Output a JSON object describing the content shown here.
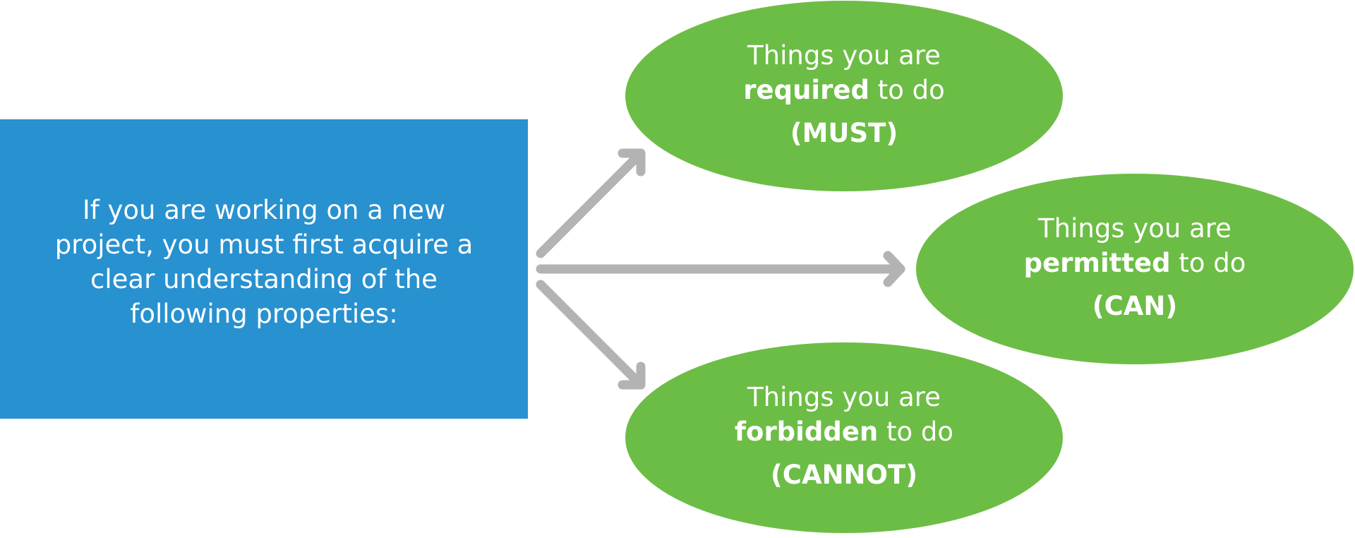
{
  "colors": {
    "box": "#2891d0",
    "ellipse": "#6cbd45",
    "arrow": "#b3b3b3",
    "text": "#ffffff"
  },
  "intro": {
    "lines": [
      "If you are working on a new",
      "project, you must first acquire a",
      "clear understanding of the",
      "following properties:"
    ]
  },
  "outcomes": [
    {
      "prefix": "Things you are",
      "keyword": "required",
      "suffix": " to do",
      "modal": "(MUST)"
    },
    {
      "prefix": "Things you are",
      "keyword": "permitted",
      "suffix": " to do",
      "modal": "(CAN)"
    },
    {
      "prefix": "Things you are",
      "keyword": "forbidden",
      "suffix": " to do",
      "modal": "(CANNOT)"
    }
  ]
}
